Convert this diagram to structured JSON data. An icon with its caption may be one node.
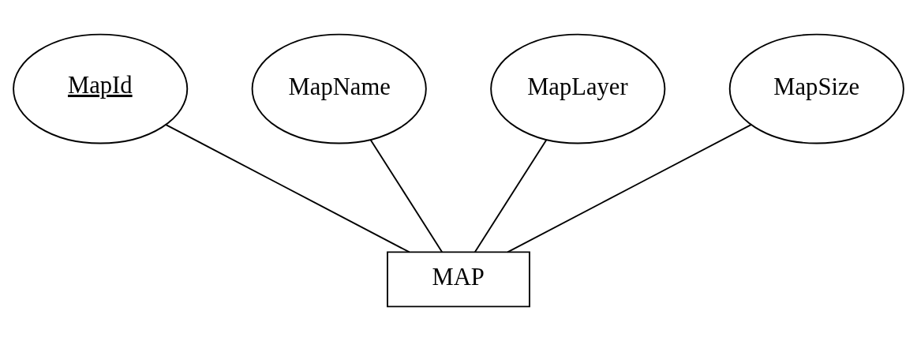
{
  "diagram": {
    "nodes": [
      {
        "text": [
          "MapId"
        ]
      },
      {
        "text": [
          "MapName"
        ]
      },
      {
        "text": [
          "MapLayer"
        ]
      },
      {
        "text": [
          "MapSize"
        ]
      },
      {
        "text": [
          "MAP"
        ]
      }
    ],
    "edges": [
      {
        "from": 0,
        "to": 4,
        "arrow": "none"
      },
      {
        "from": 1,
        "to": 4,
        "arrow": "none"
      },
      {
        "from": 2,
        "to": 4,
        "arrow": "none"
      },
      {
        "from": 3,
        "to": 4,
        "arrow": "none"
      }
    ]
  }
}
